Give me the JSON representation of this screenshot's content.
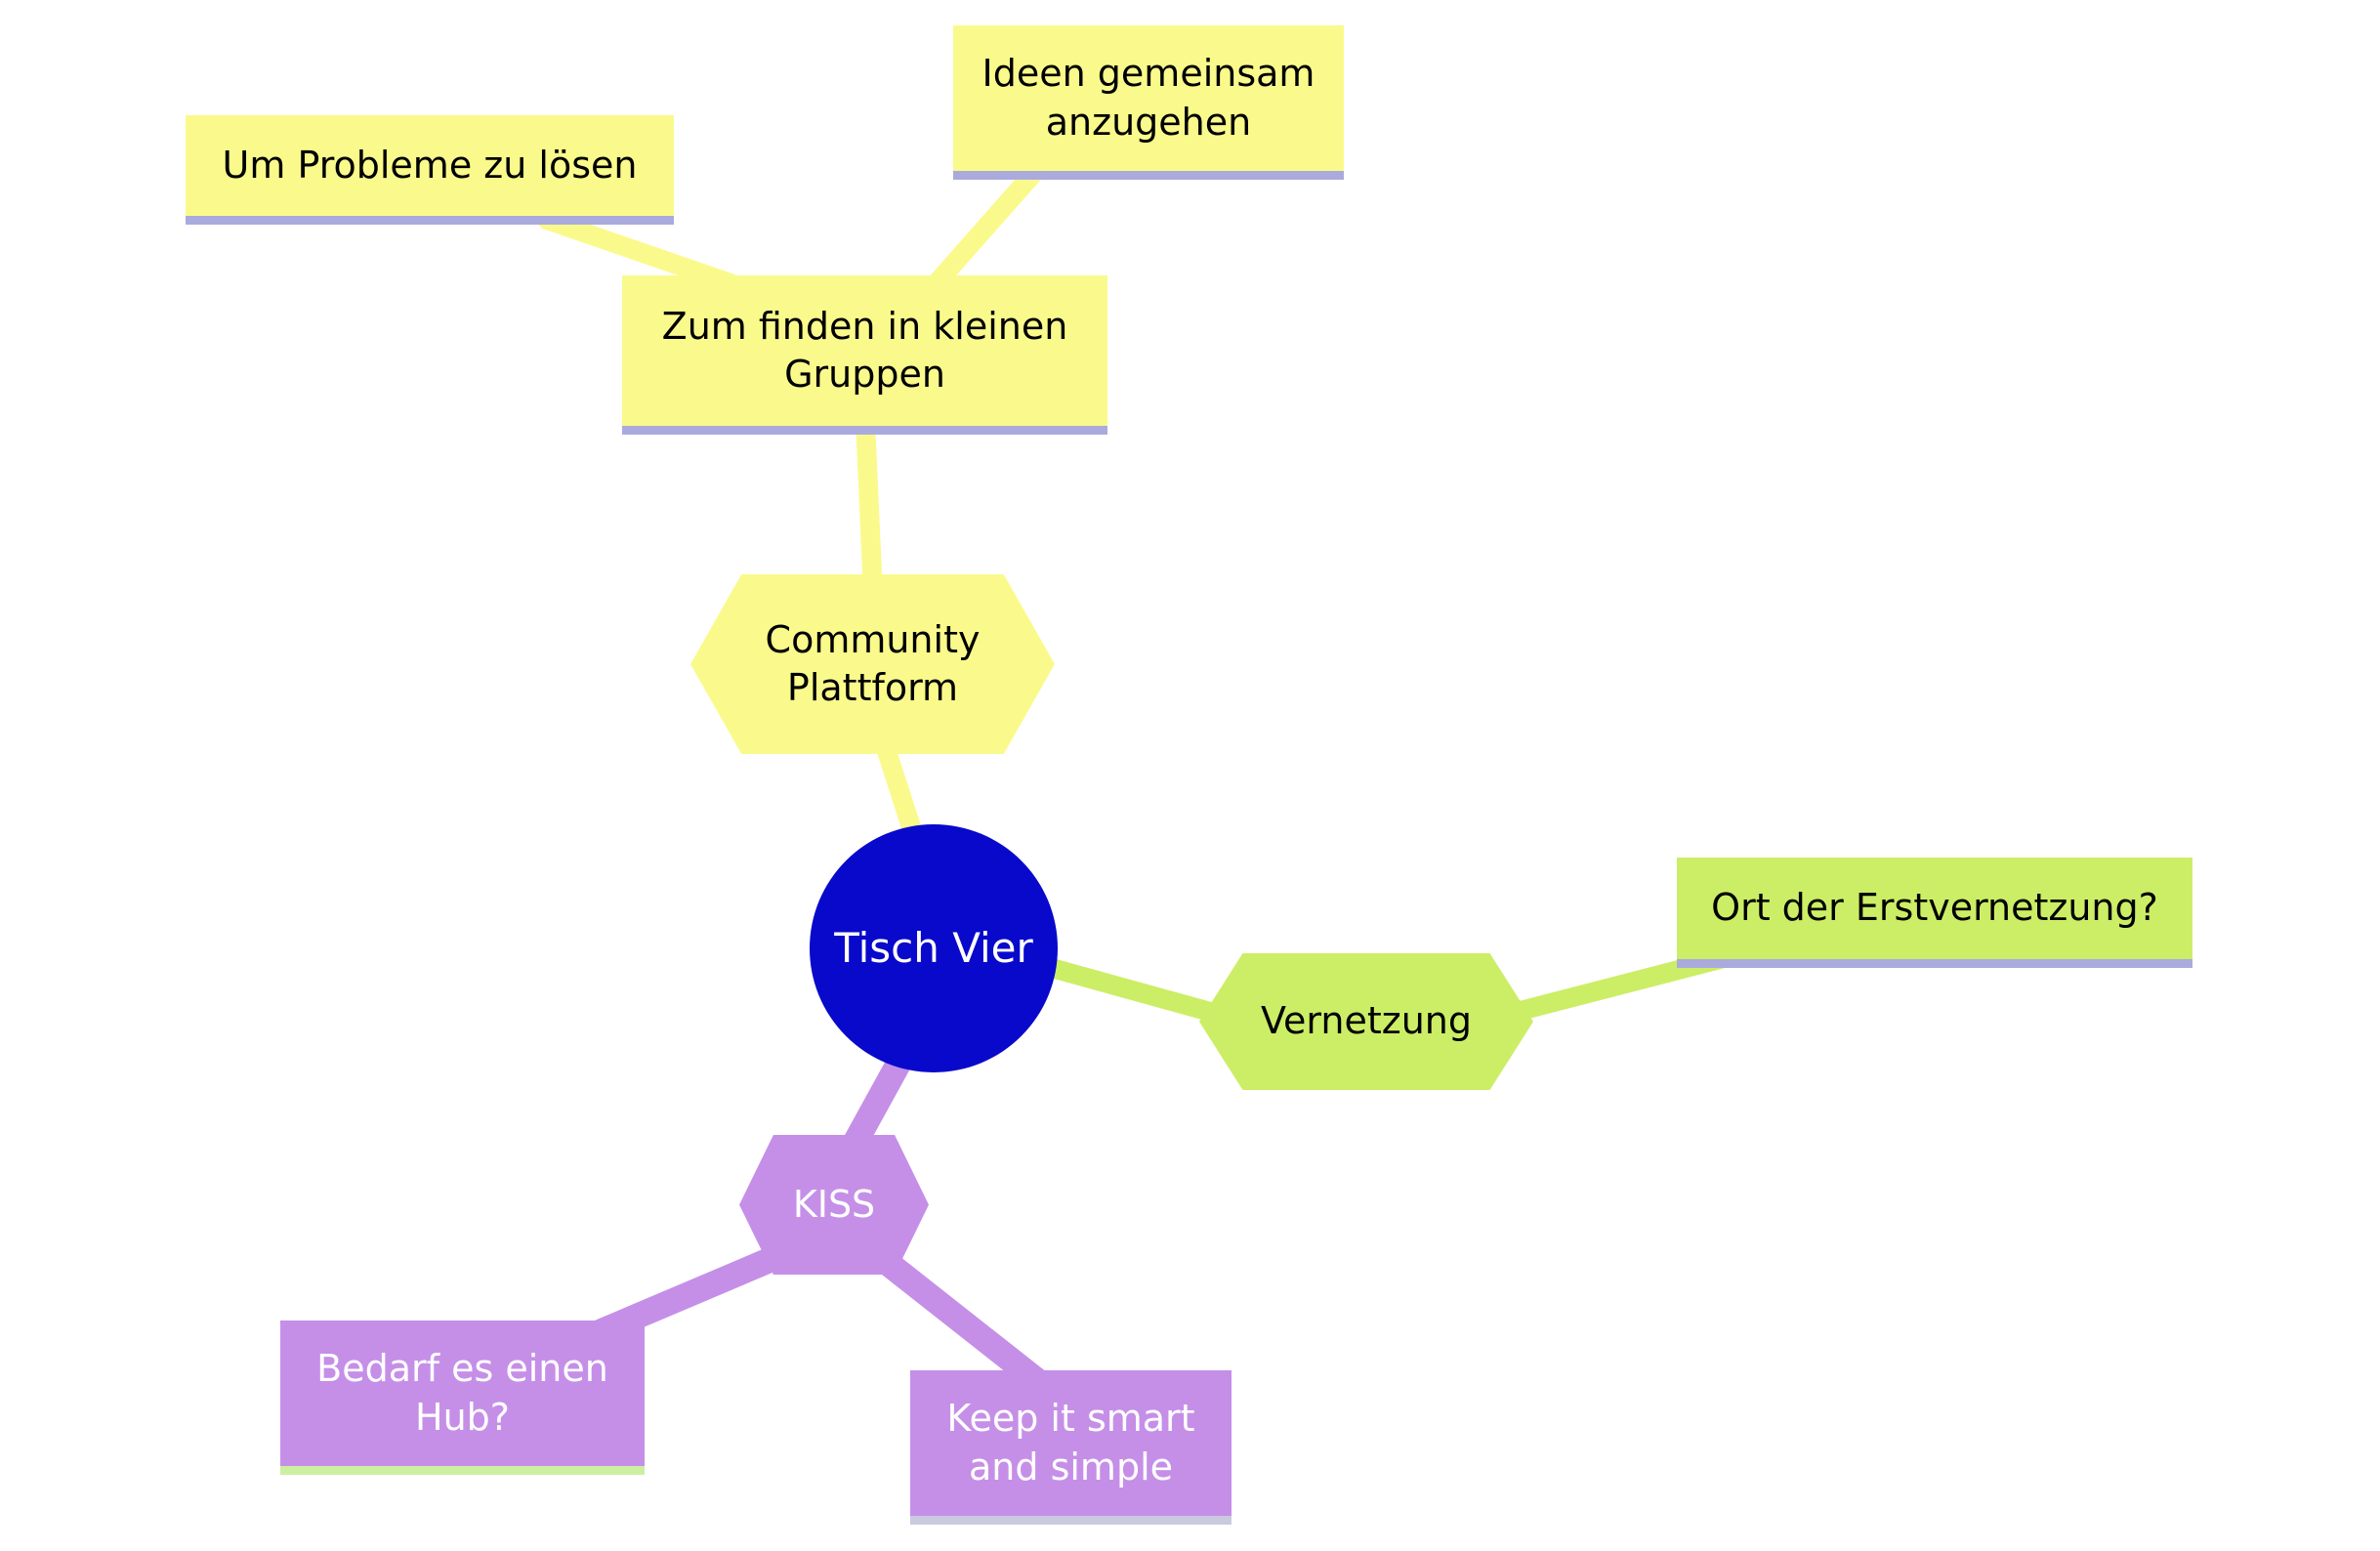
{
  "diagram": {
    "type": "mindmap",
    "root": "Tisch Vier"
  },
  "nodes": {
    "tisch_vier": {
      "label": "Tisch Vier"
    },
    "community": {
      "label": "Community Plattform"
    },
    "zum_finden": {
      "label": "Zum finden in kleinen Gruppen"
    },
    "um_probleme": {
      "label": "Um Probleme zu lösen"
    },
    "ideen": {
      "label": "Ideen gemeinsam anzugehen"
    },
    "vernetzung": {
      "label": "Vernetzung"
    },
    "ort": {
      "label": "Ort der Erstvernetzung?"
    },
    "kiss": {
      "label": "KISS"
    },
    "bedarf": {
      "label": "Bedarf es einen Hub?"
    },
    "keep": {
      "label": "Keep it smart and simple"
    }
  },
  "edges": [
    {
      "from": "tisch_vier",
      "to": "community",
      "branch": "yellow"
    },
    {
      "from": "community",
      "to": "zum_finden",
      "branch": "yellow"
    },
    {
      "from": "zum_finden",
      "to": "um_probleme",
      "branch": "yellow"
    },
    {
      "from": "zum_finden",
      "to": "ideen",
      "branch": "yellow"
    },
    {
      "from": "tisch_vier",
      "to": "vernetzung",
      "branch": "green"
    },
    {
      "from": "vernetzung",
      "to": "ort",
      "branch": "green"
    },
    {
      "from": "tisch_vier",
      "to": "kiss",
      "branch": "purple"
    },
    {
      "from": "kiss",
      "to": "bedarf",
      "branch": "purple"
    },
    {
      "from": "kiss",
      "to": "keep",
      "branch": "purple"
    }
  ],
  "colors": {
    "branch_yellow": "#FAFA8C",
    "branch_green": "#CCEE66",
    "branch_purple": "#C58FE8",
    "root_blue": "#0909CC",
    "underline_lavender": "#AAAADD",
    "underline_green": "#CDEFA2",
    "underline_gray": "#C9C9DF",
    "text_dark": "#000000",
    "text_light": "#FFFFFF",
    "background": "#FFFFFF"
  }
}
